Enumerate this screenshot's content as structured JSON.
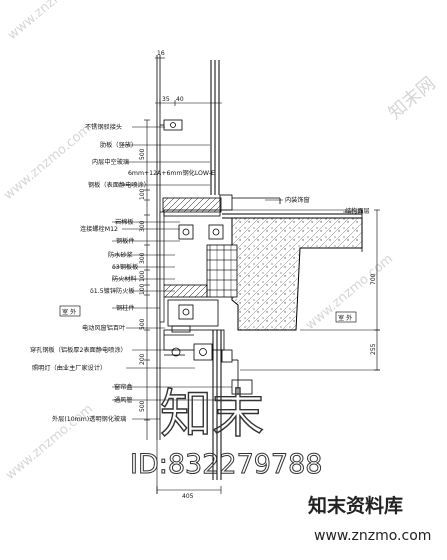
{
  "labels": {
    "stainless_connector": "不锈钢驳接头",
    "fin": "肋板（竖放）",
    "insulating_glass": "内层中空玻璃",
    "glass_spec": "6mm+12A+6mm钢化LOW-E",
    "steel_cover": "钢板（表面静电喷涂）",
    "interior_window_ledge": "内装饰窗",
    "rock_wool_board": "岩棉板",
    "anchor_bolt": "连接螺栓M12",
    "steel_plate_main": "钢板件",
    "finish_floor": "结构面层",
    "waterproof_mortar": "防水砂浆",
    "steel_plate_3": "δ3钢板板",
    "fireproof_layer": "防火材料",
    "galvanized_fire_plate": "δ1.5镀锌防火板",
    "rubber_strip": "钢柱件",
    "motor_louver": "电动风窗铝百叶",
    "perforated_plate": "穿孔钢板（铝板厚2表面静电喷涂）",
    "spotlight": "照明灯（由业主厂家设计）",
    "aluminum_alloy": "窗帘盒",
    "channel": "通风管",
    "outer_glass": "外层(10mm)透明钢化玻璃",
    "outside_left": "室 外",
    "outside_right": "室 外"
  },
  "dimensions": {
    "d16": "16",
    "d35": "35",
    "d40": "40",
    "d500a": "500",
    "d500b": "500",
    "d100a": "100",
    "d300a": "300",
    "d100b": "100",
    "d300b": "300",
    "d100c": "100",
    "d500c": "500",
    "d200": "200",
    "d500d": "500",
    "d700": "700",
    "d255": "255",
    "d405": "405"
  },
  "watermark": {
    "big_text": "知末",
    "id_text": "ID:832279788",
    "logo_cn": "知末资料库",
    "logo_url": "www.znzmo.com",
    "diagonal": "www.znzmo.com",
    "corner_brand": "知末网"
  },
  "colors": {
    "line": "#000000",
    "concrete_hatch": "#555555",
    "watermark_grey": "#d6d6d6"
  }
}
